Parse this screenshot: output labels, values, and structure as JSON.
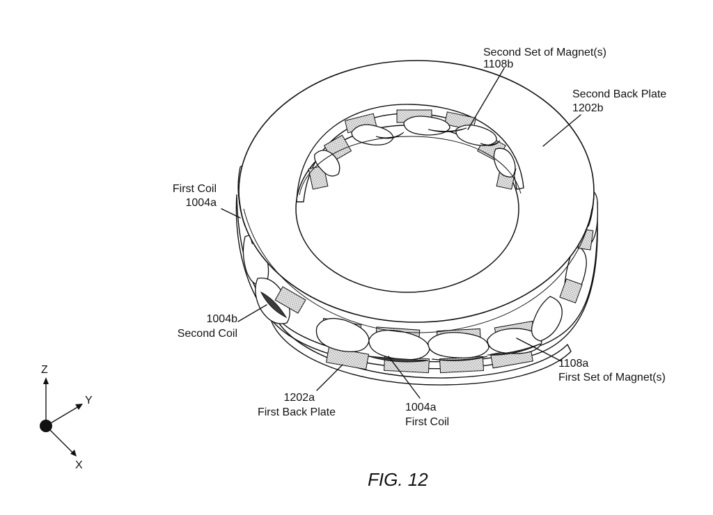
{
  "labels": {
    "second_magnets_name": "Second Set of Magnet(s)",
    "second_magnets_ref": "1108b",
    "second_plate_name": "Second Back Plate",
    "second_plate_ref": "1202b",
    "first_coil_upper_name": "First Coil",
    "first_coil_upper_ref": "1004a",
    "second_coil_ref": "1004b",
    "second_coil_name": "Second Coil",
    "first_magnets_ref": "1108a",
    "first_magnets_name": "First Set of Magnet(s)",
    "first_plate_ref": "1202a",
    "first_plate_name": "First Back Plate",
    "first_coil_lower_ref": "1004a",
    "first_coil_lower_name": "First Coil"
  },
  "axes": {
    "z": "Z",
    "y": "Y",
    "x": "X"
  },
  "caption": "FIG. 12"
}
